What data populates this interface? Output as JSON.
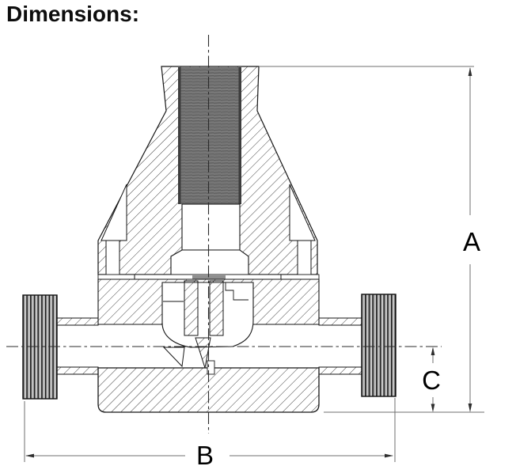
{
  "page": {
    "title": "Dimensions:"
  },
  "drawing": {
    "type": "valve-cross-section-technical-drawing",
    "dimension_labels": {
      "a": "A",
      "b": "B",
      "c": "C"
    },
    "colors": {
      "object_line": "#161616",
      "dimension_line": "#6f6f6f",
      "arrow": "#2e2e2e",
      "thread_fill": "#7b7b7b",
      "diaphragm_gray": "#8f8f8f",
      "background": "#ffffff"
    }
  }
}
